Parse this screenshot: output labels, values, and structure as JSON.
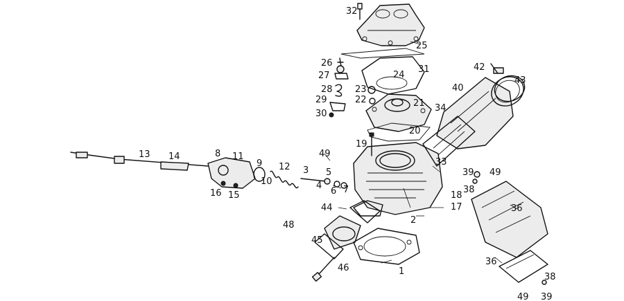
{
  "diagram": {
    "callouts": [
      {
        "id": "c1",
        "text": "1"
      },
      {
        "id": "c2",
        "text": "2"
      },
      {
        "id": "c3",
        "text": "3"
      },
      {
        "id": "c4",
        "text": "4"
      },
      {
        "id": "c5",
        "text": "5"
      },
      {
        "id": "c6",
        "text": "6"
      },
      {
        "id": "c7",
        "text": "7"
      },
      {
        "id": "c8",
        "text": "8"
      },
      {
        "id": "c9",
        "text": "9"
      },
      {
        "id": "c10",
        "text": "10"
      },
      {
        "id": "c11",
        "text": "11"
      },
      {
        "id": "c12",
        "text": "12"
      },
      {
        "id": "c13",
        "text": "13"
      },
      {
        "id": "c14",
        "text": "14"
      },
      {
        "id": "c15",
        "text": "15"
      },
      {
        "id": "c16",
        "text": "16"
      },
      {
        "id": "c17",
        "text": "17"
      },
      {
        "id": "c18",
        "text": "18"
      },
      {
        "id": "c19",
        "text": "19"
      },
      {
        "id": "c20",
        "text": "20"
      },
      {
        "id": "c21",
        "text": "21"
      },
      {
        "id": "c22",
        "text": "22"
      },
      {
        "id": "c23",
        "text": "23"
      },
      {
        "id": "c24",
        "text": "24"
      },
      {
        "id": "c25",
        "text": "25"
      },
      {
        "id": "c26",
        "text": "26"
      },
      {
        "id": "c27",
        "text": "27"
      },
      {
        "id": "c28",
        "text": "28"
      },
      {
        "id": "c29",
        "text": "29"
      },
      {
        "id": "c30",
        "text": "30"
      },
      {
        "id": "c31",
        "text": "31"
      },
      {
        "id": "c32",
        "text": "32"
      },
      {
        "id": "c33",
        "text": "33"
      },
      {
        "id": "c34",
        "text": "34"
      },
      {
        "id": "c36a",
        "text": "36"
      },
      {
        "id": "c36b",
        "text": "36"
      },
      {
        "id": "c38a",
        "text": "38"
      },
      {
        "id": "c38b",
        "text": "38"
      },
      {
        "id": "c39a",
        "text": "39"
      },
      {
        "id": "c39b",
        "text": "39"
      },
      {
        "id": "c40",
        "text": "40"
      },
      {
        "id": "c42",
        "text": "42"
      },
      {
        "id": "c43",
        "text": "43"
      },
      {
        "id": "c44",
        "text": "44"
      },
      {
        "id": "c45",
        "text": "45"
      },
      {
        "id": "c46",
        "text": "46"
      },
      {
        "id": "c48",
        "text": "48"
      },
      {
        "id": "c49a",
        "text": "49"
      },
      {
        "id": "c49b",
        "text": "49"
      },
      {
        "id": "c49c",
        "text": "49"
      }
    ]
  }
}
